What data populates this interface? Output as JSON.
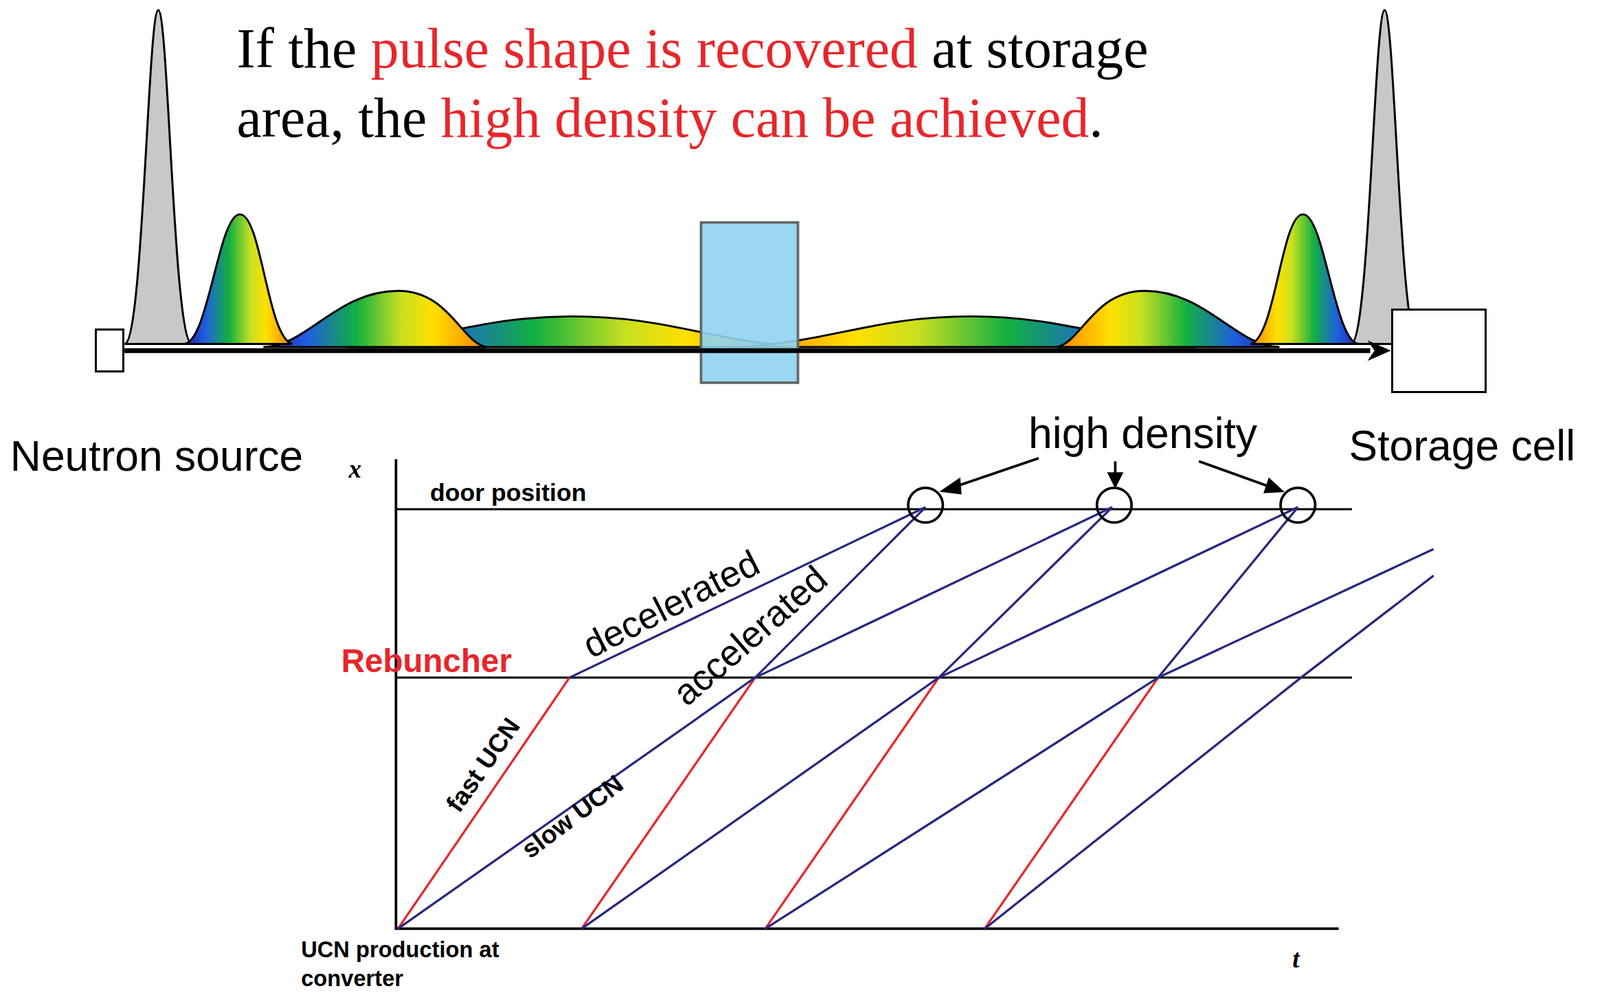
{
  "diagram": {
    "nodes": [
      {
        "text": [
          "Neutron source"
        ]
      },
      {
        "text": [
          "Storage cell"
        ]
      }
    ],
    "edges": [
      {
        "from": 0,
        "to": 1,
        "arrow": "to"
      }
    ],
    "labels": [
      "If the",
      "pulse shape is recovered",
      "at storage",
      "area, the",
      "high density can be achieved",
      ".",
      "high density",
      "door position",
      "Rebuncher",
      "decelerated",
      "accelerated",
      "fast UCN",
      "slow UCN",
      "UCN production at converter",
      "x",
      "t"
    ]
  }
}
